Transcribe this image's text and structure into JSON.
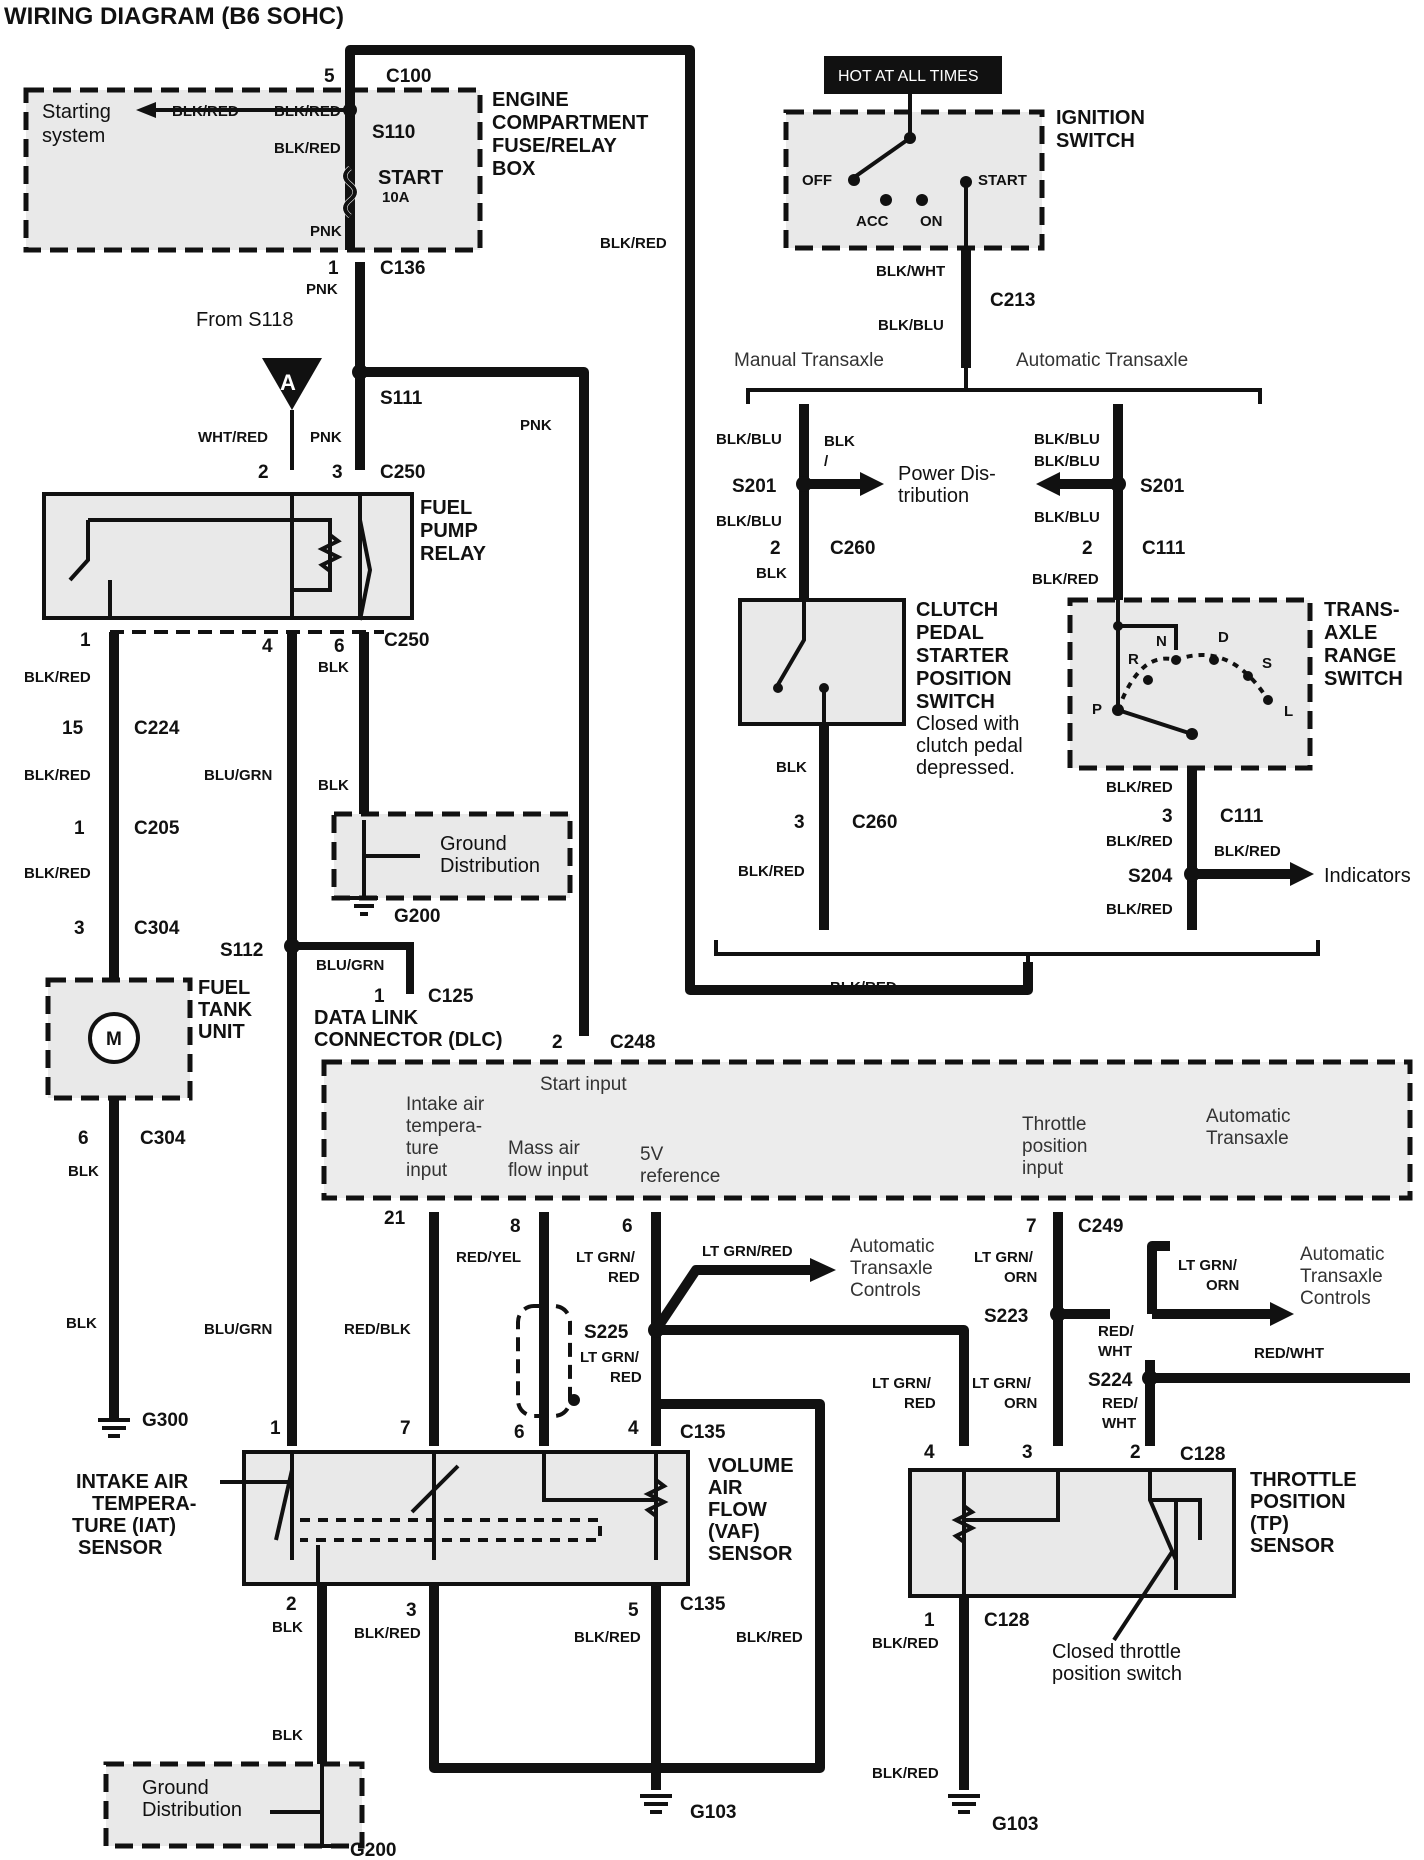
{
  "title": "WIRING DIAGRAM (B6 SOHC)",
  "hot_label": "HOT AT ALL TIMES",
  "components": {
    "engine_fuse_box": [
      "ENGINE",
      "COMPARTMENT",
      "FUSE/RELAY",
      "BOX"
    ],
    "starting_system": [
      "Starting",
      "system"
    ],
    "start_fuse": [
      "START",
      "10A"
    ],
    "ignition_switch": [
      "IGNITION",
      "SWITCH"
    ],
    "fuel_pump_relay": [
      "FUEL",
      "PUMP",
      "RELAY"
    ],
    "fuel_tank_unit": [
      "FUEL",
      "TANK",
      "UNIT"
    ],
    "motor": "M",
    "ground_dist": [
      "Ground",
      "Distribution"
    ],
    "dlc": [
      "DATA LINK",
      "CONNECTOR (DLC)"
    ],
    "clutch_switch": [
      "CLUTCH",
      "PEDAL",
      "STARTER",
      "POSITION",
      "SWITCH"
    ],
    "clutch_note": [
      "Closed with",
      "clutch pedal",
      "depressed."
    ],
    "range_switch": [
      "TRANS-",
      "AXLE",
      "RANGE",
      "SWITCH"
    ],
    "gears": [
      "R",
      "N",
      "D",
      "S",
      "L",
      "P"
    ],
    "iat": [
      "INTAKE AIR",
      "TEMPERA-",
      "TURE (IAT)",
      "SENSOR"
    ],
    "vaf": [
      "VOLUME",
      "AIR",
      "FLOW",
      "(VAF)",
      "SENSOR"
    ],
    "tp": [
      "THROTTLE",
      "POSITION",
      "(TP)",
      "SENSOR"
    ],
    "closed_throttle": [
      "Closed throttle",
      "position switch"
    ],
    "manual": "Manual Transaxle",
    "automatic": "Automatic Transaxle",
    "power_dist": [
      "Power Dis-",
      "tribution"
    ],
    "indicators": "Indicators",
    "auto_controls": [
      "Automatic",
      "Transaxle",
      "Controls"
    ],
    "from_s118": "From S118",
    "connector_a": "A",
    "switch_positions": [
      "OFF",
      "ACC",
      "ON",
      "START"
    ]
  },
  "pcm_labels": {
    "start_input": "Start input",
    "iat_input": [
      "Intake air",
      "tempera-",
      "ture",
      "input"
    ],
    "maf_input": [
      "Mass air",
      "flow input"
    ],
    "ref": [
      "5V",
      "reference"
    ],
    "tp_input": [
      "Throttle",
      "position",
      "input"
    ],
    "auto": [
      "Automatic",
      "Transaxle"
    ]
  },
  "wires": {
    "blk_red": "BLK/RED",
    "pnk": "PNK",
    "wht_red": "WHT/RED",
    "blk": "BLK",
    "blu_grn": "BLU/GRN",
    "blk_wht": "BLK/WHT",
    "blk_blu": "BLK/BLU",
    "red_yel": "RED/YEL",
    "red_blk": "RED/BLK",
    "lt_grn_red": "LT GRN/RED",
    "lt_grn_a": "LT GRN/",
    "red_b": "RED",
    "orn_b": "ORN",
    "red_wht": "RED/WHT",
    "red_a": "RED/",
    "wht_b": "WHT",
    "blk_slash": "/"
  },
  "connectors": {
    "c100": "C100",
    "c136": "C136",
    "c213": "C213",
    "c250": "C250",
    "c224": "C224",
    "c205": "C205",
    "c304": "C304",
    "c125": "C125",
    "c248": "C248",
    "c260": "C260",
    "c111": "C111",
    "c249": "C249",
    "c135": "C135",
    "c128": "C128"
  },
  "splices": {
    "s110": "S110",
    "s111": "S111",
    "s112": "S112",
    "s201": "S201",
    "s204": "S204",
    "s225": "S225",
    "s223": "S223",
    "s224": "S224"
  },
  "grounds": {
    "g200": "G200",
    "g300": "G300",
    "g103": "G103"
  },
  "pins": {
    "p1": "1",
    "p2": "2",
    "p3": "3",
    "p4": "4",
    "p5": "5",
    "p6": "6",
    "p7": "7",
    "p8": "8",
    "p15": "15",
    "p21": "21"
  }
}
